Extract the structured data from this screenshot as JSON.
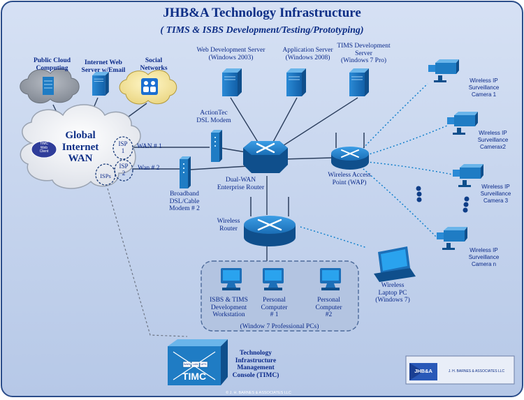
{
  "title": "JHB&A Technology Infrastructure",
  "subtitle": "( TIMS & ISBS Development/Testing/Prototyping)",
  "cloud": {
    "public_cloud": "Public Cloud\nComputing",
    "web_server": "Internet Web\nServer w/Email",
    "social": "Social\nNetworks",
    "global_wan": "Global\nInternet\nWAN",
    "client_badge": "TIMC\nWeb\nClient",
    "isp1": "ISP\n1",
    "isp2": "ISP\n2",
    "isps": "ISPs"
  },
  "servers": {
    "web_dev": "Web Development Server\n(Windows 2003)",
    "app": "Application Server\n(Windows 2008)",
    "tims_dev": "TIMS Development\nServer\n(Windows 7 Pro)"
  },
  "network": {
    "wan1": "WAN # 1",
    "wan2": "Wan # 2",
    "actiontec": "ActionTec\nDSL Modem",
    "broadband": "Broadband\nDSL/Cable\nModem # 2",
    "dual_wan": "Dual-WAN\nEnterprise Router",
    "wap": "Wireless Access\nPoint (WAP)",
    "wireless_router": "Wireless\nRouter"
  },
  "cameras": [
    "Wireless IP\nSurveillance\nCamera 1",
    "Wireless IP\nSurveillance\nCamerax2",
    "Wireless IP\nSurveillance\nCamera 3",
    "Wireless IP\nSurveillance\nCamera n"
  ],
  "pcs": {
    "isbs": "ISBS & TIMS\nDevelopment\nWorkstation",
    "pc1": "Personal\nComputer\n# 1",
    "pc2": "Personal\nComputer\n#2",
    "group": "(Window 7 Professional PCs)",
    "laptop": "Wireless\nLaptop PC\n(Windows 7)"
  },
  "timc": {
    "label": "Technology\nInfrastructure\nManagement\nConsole (TIMC)",
    "console_text": "TIMC",
    "tabs": [
      "WAN",
      "LAN",
      "UPS"
    ]
  },
  "logo": {
    "mark": "JHB&A",
    "text": "J. H. BARNES & ASSOCIATES LLC"
  },
  "copyright": "© J. H. BARNES & ASSOCIATES LLC",
  "colors": {
    "background": "#c4d4ee",
    "accent_text": "#0d2e86",
    "device_blue": "#1f7cc4",
    "link": "#2c3f5e"
  }
}
